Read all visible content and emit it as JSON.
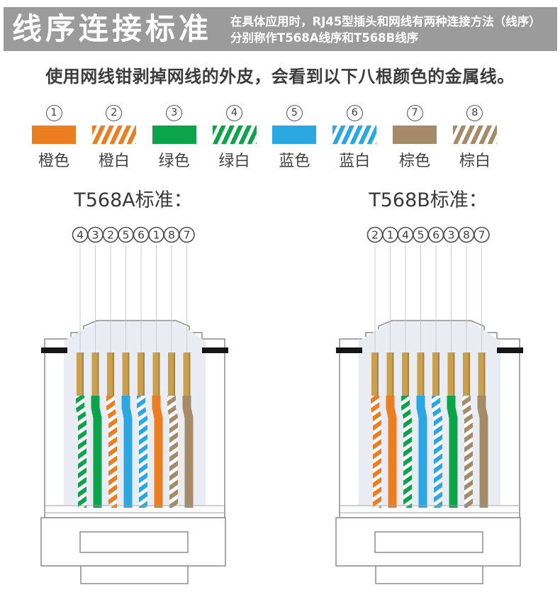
{
  "header": {
    "title": "线序连接标准",
    "desc_line1": "在具体应用时，RJ45型插头和网线有两种连接方法（线序）",
    "desc_line2": "分别称作T568A线序和T568B线序"
  },
  "intro": "使用网线钳剥掉网线的外皮，会看到以下八根颜色的金属线。",
  "colors": {
    "orange": "#ED7D21",
    "green": "#0CA44A",
    "blue": "#2BA7E3",
    "brown": "#A68B68",
    "gold": "#C9A14E",
    "gold_edge": "#A8813F",
    "chamber": "#E9EDF3",
    "outline": "#8C8C8C",
    "band": "#161616",
    "header_bg": "#9B9B9B",
    "text": "#404040"
  },
  "legend": [
    {
      "num": "①",
      "label": "橙色",
      "wire": "orange",
      "striped": false
    },
    {
      "num": "②",
      "label": "橙白",
      "wire": "orange",
      "striped": true
    },
    {
      "num": "③",
      "label": "绿色",
      "wire": "green",
      "striped": false
    },
    {
      "num": "④",
      "label": "绿白",
      "wire": "green",
      "striped": true
    },
    {
      "num": "⑤",
      "label": "蓝色",
      "wire": "blue",
      "striped": false
    },
    {
      "num": "⑥",
      "label": "蓝白",
      "wire": "blue",
      "striped": true
    },
    {
      "num": "⑦",
      "label": "棕色",
      "wire": "brown",
      "striped": false
    },
    {
      "num": "⑧",
      "label": "棕白",
      "wire": "brown",
      "striped": true
    }
  ],
  "standards": [
    {
      "title": "T568A标准：",
      "sequence": [
        "④",
        "③",
        "②",
        "⑤",
        "⑥",
        "①",
        "⑧",
        "⑦"
      ],
      "wires": [
        "green-white",
        "green",
        "orange-white",
        "blue",
        "blue-white",
        "orange",
        "brown-white",
        "brown"
      ]
    },
    {
      "title": "T568B标准：",
      "sequence": [
        "②",
        "①",
        "④",
        "⑤",
        "⑥",
        "③",
        "⑧",
        "⑦"
      ],
      "wires": [
        "orange-white",
        "orange",
        "green-white",
        "blue",
        "blue-white",
        "green",
        "brown-white",
        "brown"
      ]
    }
  ]
}
